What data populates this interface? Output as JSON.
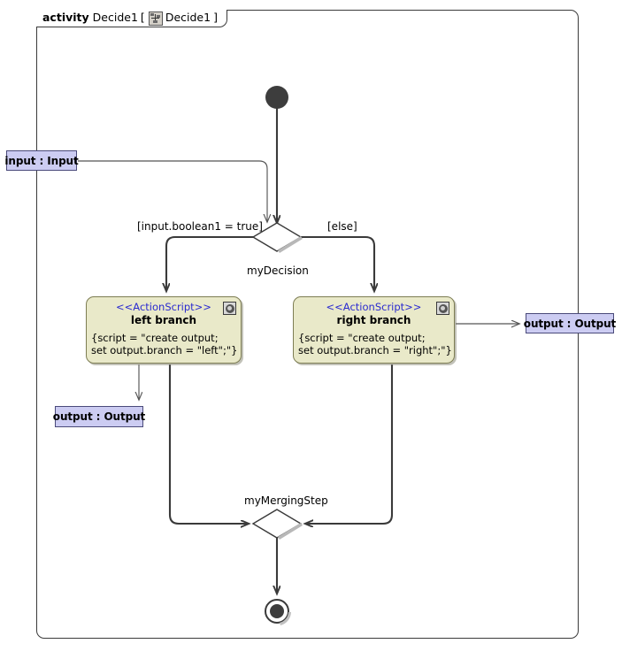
{
  "frame": {
    "keyword": "activity",
    "name": "Decide1",
    "bracket_open": "[",
    "bracket_close": "]",
    "inner_name": "Decide1",
    "icon": "activity-diagram-icon"
  },
  "nodes": {
    "initial": {
      "name": "initial-node"
    },
    "final": {
      "name": "activity-final-node"
    },
    "decision": {
      "label": "myDecision",
      "guard_true": "[input.boolean1 = true]",
      "guard_else": "[else]"
    },
    "merge": {
      "label": "myMergingStep"
    }
  },
  "actions": [
    {
      "stereotype": "<<ActionScript>>",
      "name": "left branch",
      "body": "{script = \"create output;\nset output.branch = \"left\";\"}",
      "icon": "gear-icon"
    },
    {
      "stereotype": "<<ActionScript>>",
      "name": "right branch",
      "body": "{script = \"create output;\nset output.branch = \"right\";\"}",
      "icon": "gear-icon"
    }
  ],
  "pins": {
    "input": "input : Input",
    "output_left": "output : Output",
    "output_right": "output : Output"
  },
  "colors": {
    "action_fill": "#e9e9c9",
    "action_border": "#7d7d53",
    "pin_fill": "#ccccf2",
    "pin_border": "#4a4a7a",
    "stereotype_text": "#2a2ad0",
    "line": "#3a3a3a",
    "frame_border": "#3a3a3a"
  }
}
